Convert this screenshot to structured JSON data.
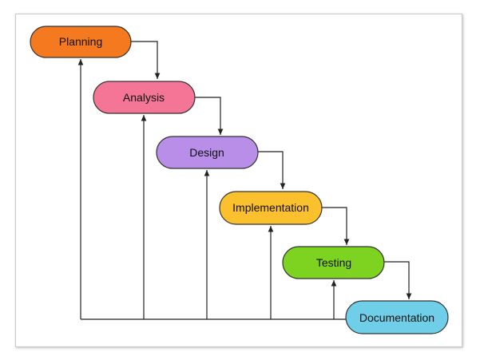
{
  "diagram": {
    "stages": [
      {
        "id": "planning",
        "label": "Planning",
        "color": "#f5791f"
      },
      {
        "id": "analysis",
        "label": "Analysis",
        "color": "#f47595"
      },
      {
        "id": "design",
        "label": "Design",
        "color": "#b98ee8"
      },
      {
        "id": "implementation",
        "label": "Implementation",
        "color": "#fbc02d"
      },
      {
        "id": "testing",
        "label": "Testing",
        "color": "#7ed321"
      },
      {
        "id": "documentation",
        "label": "Documentation",
        "color": "#6fcfe8"
      }
    ],
    "connector_color": "#222222",
    "stage_outline_color": "#333333"
  }
}
